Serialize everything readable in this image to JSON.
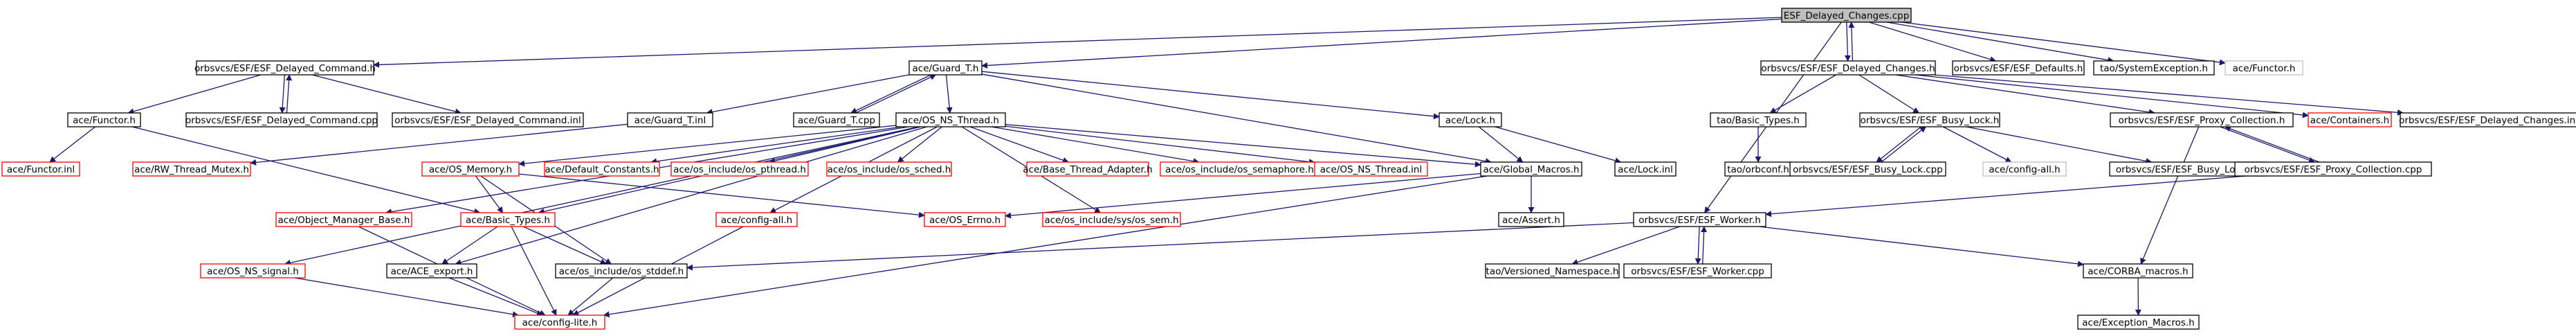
{
  "graph": {
    "title": "ESF_Delayed_Changes.cpp",
    "colors": {
      "edge": "#191970",
      "root_fill": "#bfbfbf",
      "node_fill": "#ffffff",
      "node_border": "#000000",
      "truncated_border": "#ff0000"
    },
    "nodes": [
      {
        "id": "root",
        "label": "ESF_Delayed_Changes.cpp",
        "kind": "root"
      },
      {
        "id": "edc_h",
        "label": "orbsvcs/ESF/ESF_Delayed_Command.h",
        "kind": "normal"
      },
      {
        "id": "guard_h",
        "label": "ace/Guard_T.h",
        "kind": "normal"
      },
      {
        "id": "edch_h",
        "label": "orbsvcs/ESF/ESF_Delayed_Changes.h",
        "kind": "normal"
      },
      {
        "id": "esfdef",
        "label": "orbsvcs/ESF/ESF_Defaults.h",
        "kind": "normal"
      },
      {
        "id": "tao_sysex",
        "label": "tao/SystemException.h",
        "kind": "normal"
      },
      {
        "id": "functor_top",
        "label": "ace/Functor.h",
        "kind": "gray"
      },
      {
        "id": "functor_h",
        "label": "ace/Functor.h",
        "kind": "normal"
      },
      {
        "id": "edc_cpp",
        "label": "orbsvcs/ESF/ESF_Delayed_Command.cpp",
        "kind": "normal"
      },
      {
        "id": "edc_inl",
        "label": "orbsvcs/ESF/ESF_Delayed_Command.inl",
        "kind": "normal"
      },
      {
        "id": "guard_inl",
        "label": "ace/Guard_T.inl",
        "kind": "normal"
      },
      {
        "id": "guard_cpp",
        "label": "ace/Guard_T.cpp",
        "kind": "normal"
      },
      {
        "id": "osns_thread",
        "label": "ace/OS_NS_Thread.h",
        "kind": "normal"
      },
      {
        "id": "lock_h",
        "label": "ace/Lock.h",
        "kind": "normal"
      },
      {
        "id": "tao_basic",
        "label": "tao/Basic_Types.h",
        "kind": "normal"
      },
      {
        "id": "busylock_h",
        "label": "orbsvcs/ESF/ESF_Busy_Lock.h",
        "kind": "normal"
      },
      {
        "id": "proxycoll_h",
        "label": "orbsvcs/ESF/ESF_Proxy_Collection.h",
        "kind": "normal"
      },
      {
        "id": "containers",
        "label": "ace/Containers.h",
        "kind": "truncated"
      },
      {
        "id": "edch_inl",
        "label": "orbsvcs/ESF/ESF_Delayed_Changes.inl",
        "kind": "normal"
      },
      {
        "id": "functor_inl",
        "label": "ace/Functor.inl",
        "kind": "truncated"
      },
      {
        "id": "rw_mutex",
        "label": "ace/RW_Thread_Mutex.h",
        "kind": "truncated"
      },
      {
        "id": "os_memory",
        "label": "ace/OS_Memory.h",
        "kind": "truncated"
      },
      {
        "id": "default_const",
        "label": "ace/Default_Constants.h",
        "kind": "truncated"
      },
      {
        "id": "os_pthread",
        "label": "ace/os_include/os_pthread.h",
        "kind": "truncated"
      },
      {
        "id": "os_sched",
        "label": "ace/os_include/os_sched.h",
        "kind": "truncated"
      },
      {
        "id": "base_thread",
        "label": "ace/Base_Thread_Adapter.h",
        "kind": "truncated"
      },
      {
        "id": "os_semaphore",
        "label": "ace/os_include/os_semaphore.h",
        "kind": "truncated"
      },
      {
        "id": "osns_thread_inl",
        "label": "ace/OS_NS_Thread.inl",
        "kind": "truncated"
      },
      {
        "id": "global_macros",
        "label": "ace/Global_Macros.h",
        "kind": "normal"
      },
      {
        "id": "lock_inl",
        "label": "ace/Lock.inl",
        "kind": "normal"
      },
      {
        "id": "orbconf",
        "label": "tao/orbconf.h",
        "kind": "normal"
      },
      {
        "id": "busylock_cpp",
        "label": "orbsvcs/ESF/ESF_Busy_Lock.cpp",
        "kind": "normal"
      },
      {
        "id": "config_all_gray",
        "label": "ace/config-all.h",
        "kind": "gray"
      },
      {
        "id": "busylock_inl",
        "label": "orbsvcs/ESF/ESF_Busy_Lock.inl",
        "kind": "normal"
      },
      {
        "id": "proxycoll_cpp",
        "label": "orbsvcs/ESF/ESF_Proxy_Collection.cpp",
        "kind": "normal"
      },
      {
        "id": "objmgr_base",
        "label": "ace/Object_Manager_Base.h",
        "kind": "truncated"
      },
      {
        "id": "basic_types",
        "label": "ace/Basic_Types.h",
        "kind": "truncated"
      },
      {
        "id": "config_all",
        "label": "ace/config-all.h",
        "kind": "truncated"
      },
      {
        "id": "os_errno",
        "label": "ace/OS_Errno.h",
        "kind": "truncated"
      },
      {
        "id": "os_sem",
        "label": "ace/os_include/sys/os_sem.h",
        "kind": "truncated"
      },
      {
        "id": "assert_h",
        "label": "ace/Assert.h",
        "kind": "normal"
      },
      {
        "id": "worker_h",
        "label": "orbsvcs/ESF/ESF_Worker.h",
        "kind": "normal"
      },
      {
        "id": "osns_signal",
        "label": "ace/OS_NS_signal.h",
        "kind": "truncated"
      },
      {
        "id": "ace_export",
        "label": "ace/ACE_export.h",
        "kind": "normal"
      },
      {
        "id": "os_stddef",
        "label": "ace/os_include/os_stddef.h",
        "kind": "normal"
      },
      {
        "id": "tao_vns",
        "label": "tao/Versioned_Namespace.h",
        "kind": "normal"
      },
      {
        "id": "worker_cpp",
        "label": "orbsvcs/ESF/ESF_Worker.cpp",
        "kind": "normal"
      },
      {
        "id": "corba_macros",
        "label": "ace/CORBA_macros.h",
        "kind": "normal"
      },
      {
        "id": "config_lite",
        "label": "ace/config-lite.h",
        "kind": "truncated"
      },
      {
        "id": "exc_macros",
        "label": "ace/Exception_Macros.h",
        "kind": "normal"
      }
    ],
    "edges": [
      {
        "from": "root",
        "to": "edc_h"
      },
      {
        "from": "root",
        "to": "guard_h"
      },
      {
        "from": "root",
        "to": "edch_h"
      },
      {
        "from": "edch_h",
        "to": "root"
      },
      {
        "from": "root",
        "to": "esfdef"
      },
      {
        "from": "root",
        "to": "tao_sysex"
      },
      {
        "from": "root",
        "to": "functor_top"
      },
      {
        "from": "root",
        "to": "worker_h"
      },
      {
        "from": "edc_h",
        "to": "functor_h"
      },
      {
        "from": "edc_h",
        "to": "edc_cpp"
      },
      {
        "from": "edc_cpp",
        "to": "edc_h"
      },
      {
        "from": "edc_h",
        "to": "edc_inl"
      },
      {
        "from": "functor_h",
        "to": "functor_inl"
      },
      {
        "from": "functor_h",
        "to": "basic_types"
      },
      {
        "from": "guard_h",
        "to": "guard_inl"
      },
      {
        "from": "guard_h",
        "to": "guard_cpp"
      },
      {
        "from": "guard_cpp",
        "to": "guard_h"
      },
      {
        "from": "guard_h",
        "to": "osns_thread"
      },
      {
        "from": "guard_h",
        "to": "lock_h"
      },
      {
        "from": "guard_h",
        "to": "global_macros"
      },
      {
        "from": "guard_inl",
        "to": "rw_mutex"
      },
      {
        "from": "osns_thread",
        "to": "osns_signal"
      },
      {
        "from": "osns_thread",
        "to": "objmgr_base"
      },
      {
        "from": "osns_thread",
        "to": "ace_export"
      },
      {
        "from": "osns_thread",
        "to": "basic_types"
      },
      {
        "from": "osns_thread",
        "to": "os_memory"
      },
      {
        "from": "osns_thread",
        "to": "default_const"
      },
      {
        "from": "osns_thread",
        "to": "os_pthread"
      },
      {
        "from": "osns_thread",
        "to": "os_sched"
      },
      {
        "from": "osns_thread",
        "to": "base_thread"
      },
      {
        "from": "osns_thread",
        "to": "os_semaphore"
      },
      {
        "from": "osns_thread",
        "to": "osns_thread_inl"
      },
      {
        "from": "osns_thread",
        "to": "global_macros"
      },
      {
        "from": "osns_thread",
        "to": "config_all"
      },
      {
        "from": "osns_thread",
        "to": "os_sem"
      },
      {
        "from": "lock_h",
        "to": "lock_inl"
      },
      {
        "from": "lock_h",
        "to": "global_macros"
      },
      {
        "from": "os_memory",
        "to": "basic_types"
      },
      {
        "from": "os_memory",
        "to": "os_errno"
      },
      {
        "from": "os_memory",
        "to": "os_stddef"
      },
      {
        "from": "global_macros",
        "to": "os_errno"
      },
      {
        "from": "global_macros",
        "to": "assert_h"
      },
      {
        "from": "global_macros",
        "to": "config_lite"
      },
      {
        "from": "basic_types",
        "to": "ace_export"
      },
      {
        "from": "basic_types",
        "to": "os_stddef"
      },
      {
        "from": "basic_types",
        "to": "config_lite"
      },
      {
        "from": "osns_signal",
        "to": "config_lite"
      },
      {
        "from": "objmgr_base",
        "to": "config_lite"
      },
      {
        "from": "ace_export",
        "to": "config_lite"
      },
      {
        "from": "os_stddef",
        "to": "config_lite"
      },
      {
        "from": "config_all",
        "to": "config_lite"
      },
      {
        "from": "edch_h",
        "to": "tao_basic"
      },
      {
        "from": "edch_h",
        "to": "busylock_h"
      },
      {
        "from": "edch_h",
        "to": "proxycoll_h"
      },
      {
        "from": "edch_h",
        "to": "containers"
      },
      {
        "from": "edch_h",
        "to": "edch_inl"
      },
      {
        "from": "tao_basic",
        "to": "orbconf"
      },
      {
        "from": "busylock_h",
        "to": "busylock_cpp"
      },
      {
        "from": "busylock_cpp",
        "to": "busylock_h"
      },
      {
        "from": "busylock_h",
        "to": "config_all_gray"
      },
      {
        "from": "busylock_h",
        "to": "busylock_inl"
      },
      {
        "from": "proxycoll_h",
        "to": "proxycoll_cpp"
      },
      {
        "from": "proxycoll_cpp",
        "to": "proxycoll_h"
      },
      {
        "from": "proxycoll_h",
        "to": "corba_macros"
      },
      {
        "from": "proxycoll_cpp",
        "to": "worker_h"
      },
      {
        "from": "worker_h",
        "to": "os_stddef"
      },
      {
        "from": "worker_h",
        "to": "tao_vns"
      },
      {
        "from": "worker_h",
        "to": "worker_cpp"
      },
      {
        "from": "worker_cpp",
        "to": "worker_h"
      },
      {
        "from": "worker_h",
        "to": "corba_macros"
      },
      {
        "from": "corba_macros",
        "to": "exc_macros"
      }
    ]
  }
}
